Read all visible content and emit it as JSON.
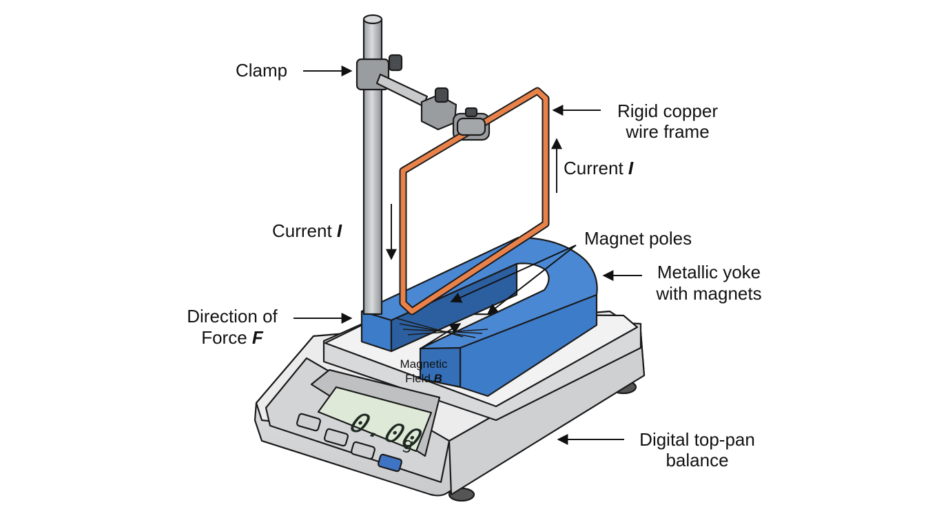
{
  "labels": {
    "clamp": "Clamp",
    "copper_line1": "Rigid copper",
    "copper_line2": "wire frame",
    "current_right": "Current ",
    "current_right_sym": "I",
    "current_left": "Current ",
    "current_left_sym": "I",
    "magnet_poles": "Magnet poles",
    "yoke_line1": "Metallic yoke",
    "yoke_line2": "with magnets",
    "force_line1": "Direction of",
    "force_line2": "Force ",
    "force_sym": "F",
    "field_line1": "Magnetic",
    "field_line2": "Field ",
    "field_sym": "B",
    "balance_line1": "Digital top-pan",
    "balance_line2": "balance"
  },
  "balance": {
    "reading": "0.00",
    "unit": "g"
  },
  "colors": {
    "copper": "#e8824a",
    "magnet": "#3d7cc9",
    "magnet_dark": "#2c5f9f",
    "stand": "#c4c6c8",
    "balance_body": "#e4e5e6",
    "lcd": "#dfe9d8",
    "button_blue": "#3f74c4"
  },
  "icons": [
    "arrow-icon"
  ]
}
